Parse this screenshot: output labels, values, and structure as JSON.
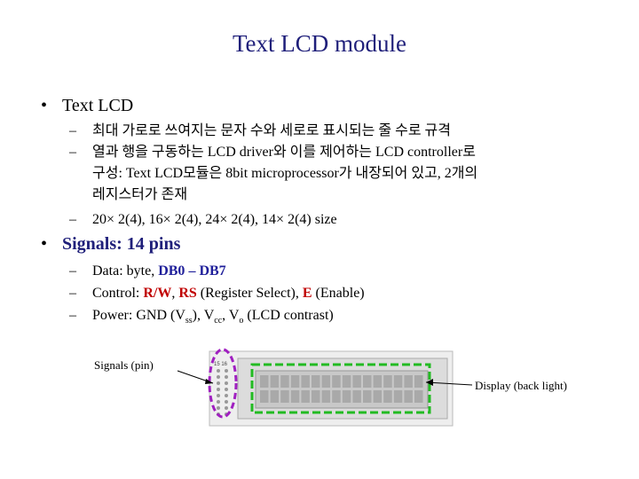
{
  "title": "Text LCD module",
  "bullet1": {
    "label": "Text LCD",
    "items": [
      {
        "text": "최대 가로로 쓰여지는 문자 수와 세로로 표시되는 줄 수로 규격"
      },
      {
        "line1": "열과 행을 구동하는 LCD driver와 이를 제어하는 LCD controller로",
        "line2": "구성: Text LCD모듈은 8bit microprocessor가 내장되어 있고, 2개의",
        "line3": "레지스터가 존재"
      },
      {
        "text": "20× 2(4), 16× 2(4), 24× 2(4), 14× 2(4) size"
      }
    ]
  },
  "bullet2": {
    "label": "Signals: 14 pins",
    "data": {
      "prefix": "Data: byte, ",
      "db0": "DB0",
      "sep": " – ",
      "db7": "DB7"
    },
    "control": {
      "prefix": "Control: ",
      "rw": "R/W",
      "comma": ", ",
      "rs": "RS",
      "rs_desc": " (Register Select), ",
      "e": "E",
      "e_desc": " (Enable)"
    },
    "power": {
      "prefix": "Power: GND (V",
      "ss": "ss",
      "mid1": "), V",
      "cc": "cc",
      "mid2": ", V",
      "o": "o",
      "suffix": " (LCD contrast)"
    }
  },
  "figure": {
    "signals_label": "Signals (pin)",
    "display_label": "Display (back light)",
    "pin_label_top": "15 16",
    "colors": {
      "purple": "#a020c0",
      "green": "#22bb22",
      "board": "#e8e8e8",
      "screen": "#c8c8c8"
    }
  }
}
